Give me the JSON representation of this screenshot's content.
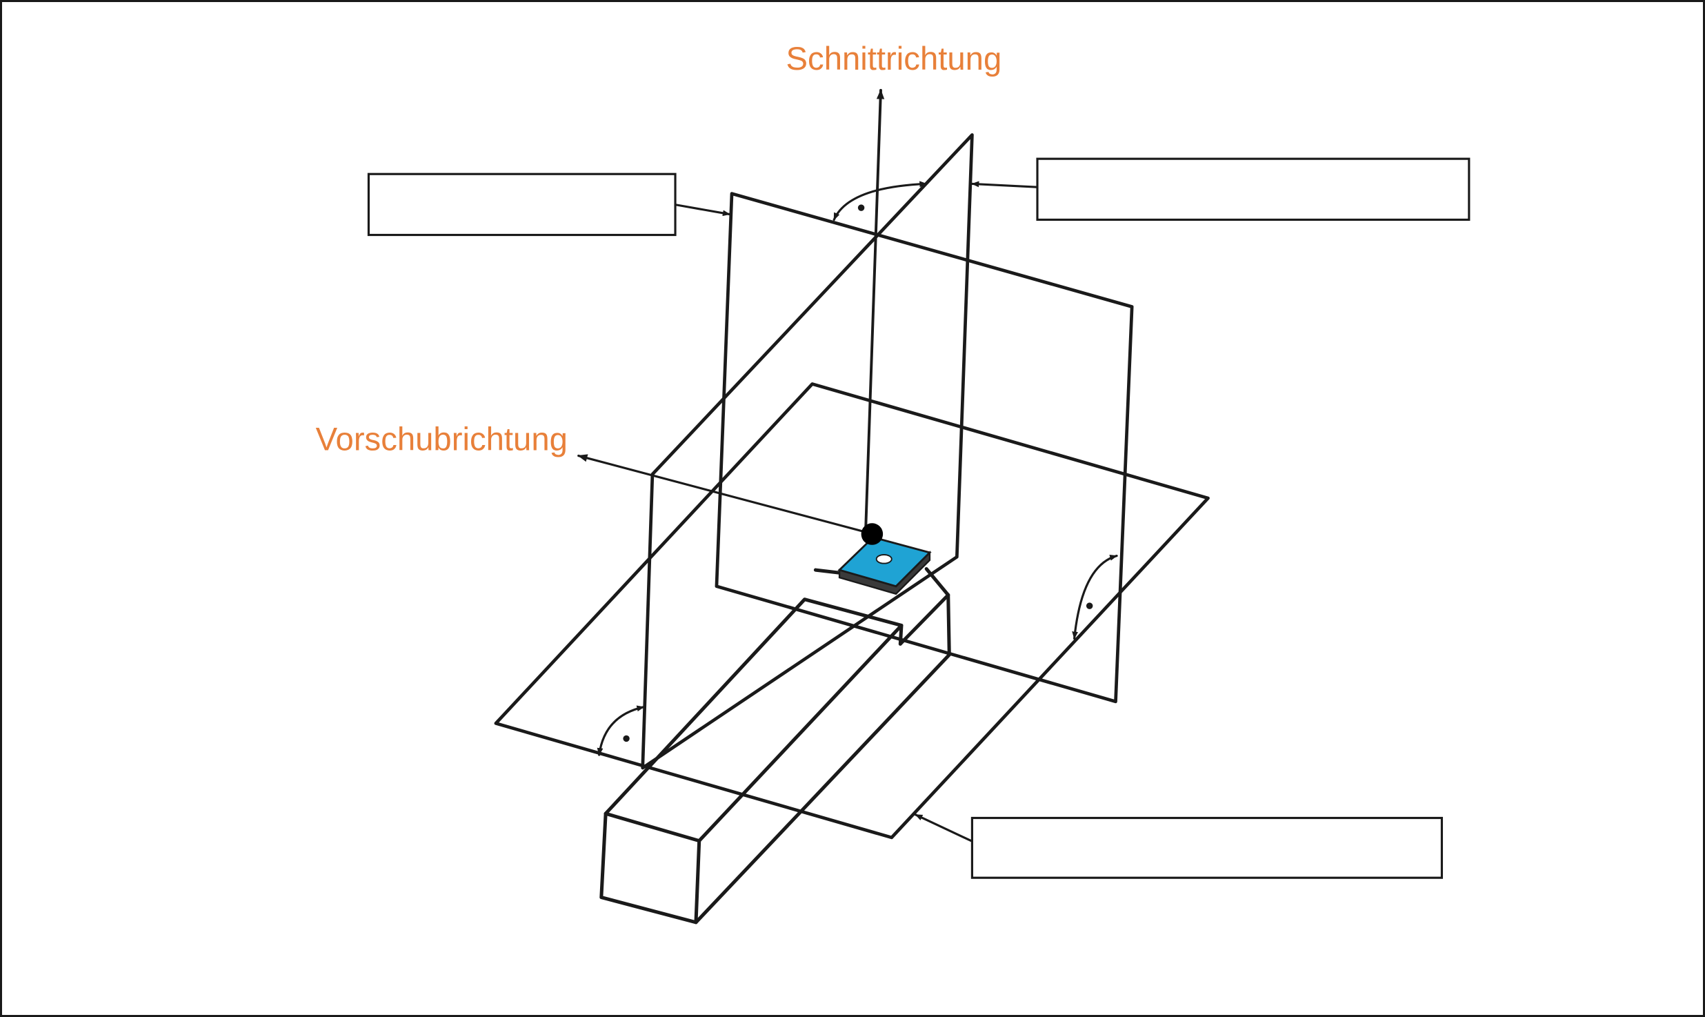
{
  "labels": {
    "cutting_direction": "Schnittrichtung",
    "feed_direction": "Vorschubrichtung"
  },
  "answer_boxes": [
    {
      "id": "box-top-left",
      "text": ""
    },
    {
      "id": "box-top-right",
      "text": ""
    },
    {
      "id": "box-bottom-right",
      "text": ""
    }
  ],
  "colors": {
    "label_orange": "#E8803A",
    "line": "#1a1a1a",
    "insert_blue": "#1FA3D4",
    "insert_dark": "#3a3a3a"
  },
  "icons": {
    "right_angle_marker": "arc-with-dot",
    "cutting_point": "filled-circle"
  }
}
